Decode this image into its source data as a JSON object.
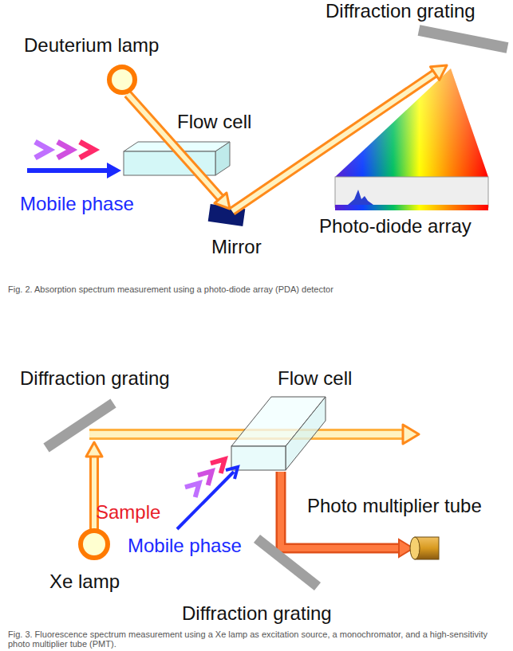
{
  "diagram": {
    "labels": [
      "Deuterium lamp",
      "Flow cell",
      "Mobile phase",
      "Mirror",
      "Diffraction grating",
      "Photo-diode array",
      "Fig. 2. Absorption spectrum measurement using a photo-diode array (PDA) detector",
      "Diffraction grating",
      "Flow cell",
      "Sample",
      "Mobile phase",
      "Xe lamp",
      "Photo multiplier tube",
      "Diffraction grating",
      "Fig. 3. Fluorescence spectrum measurement using a Xe lamp as excitation source, a monochromator, and a high-sensitivity photo multiplier tube (PMT)."
    ]
  }
}
